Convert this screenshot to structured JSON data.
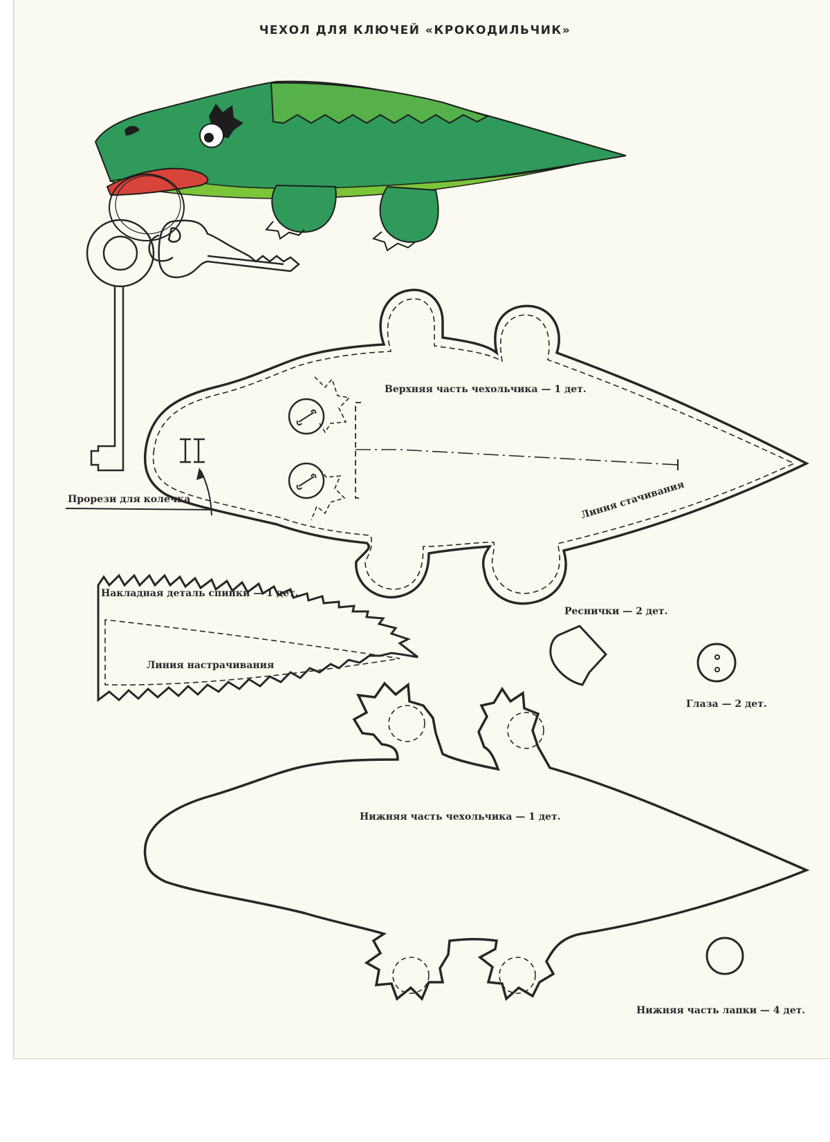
{
  "title": "ЧЕХОЛ ДЛЯ КЛЮЧЕЙ «КРОКОДИЛЬЧИК»",
  "labels": {
    "upper_part": "Верхняя часть чехольчика — 1 дет.",
    "slits": "Прорези для колечка",
    "seam_line": "Линия стачивания",
    "back_overlay": "Накладная деталь спинки — 1 дет.",
    "stitch_line": "Линия настрачивания",
    "eyelashes": "Реснички — 2 дет.",
    "eyes": "Глаза — 2 дет.",
    "lower_part": "Нижняя часть чехольчика — 1 дет.",
    "paw_bottom": "Нижняя часть лапки — 4 дет."
  },
  "colors": {
    "ink": "#2a2626",
    "crocodile_green": "#2f9a5a",
    "crocodile_light": "#7cc43a",
    "mouth": "#d9443a",
    "paper": "#fbfaf1"
  }
}
